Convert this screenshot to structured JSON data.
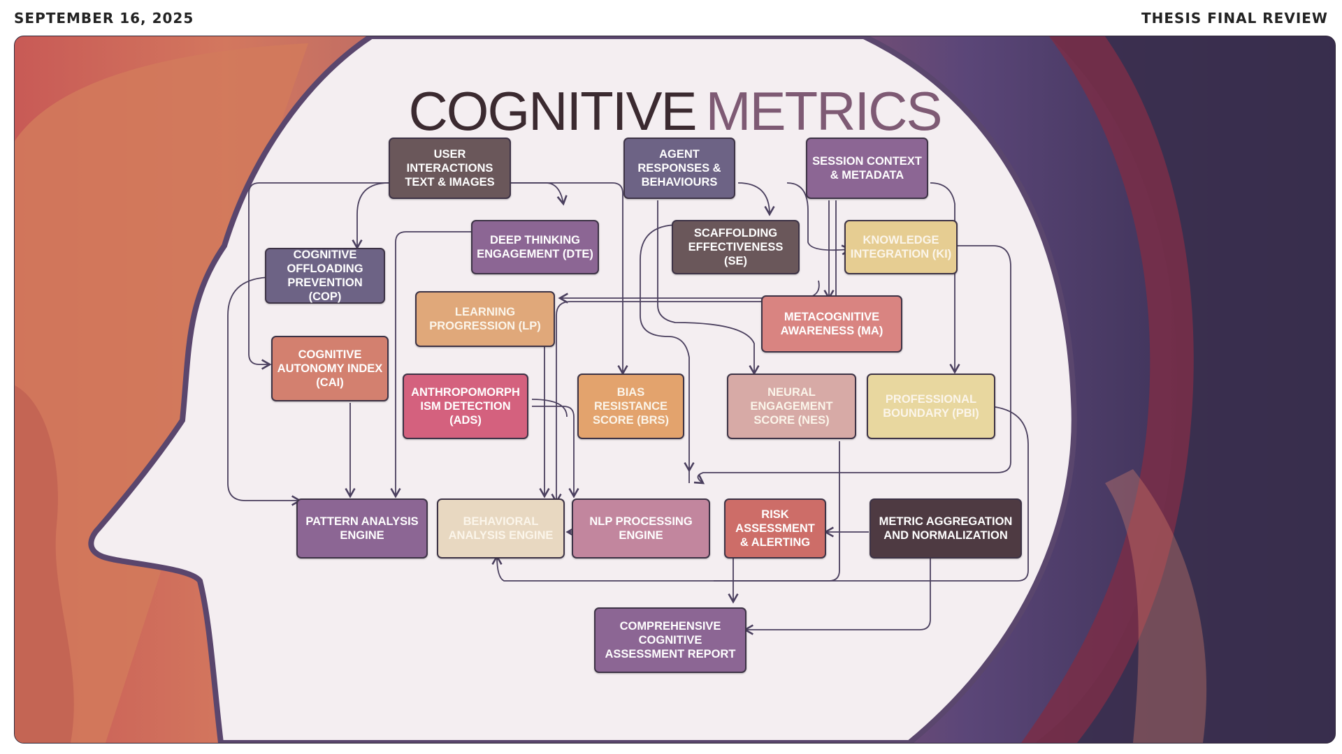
{
  "header": {
    "date": "SEPTEMBER 16, 2025",
    "review": "THESIS FINAL REVIEW"
  },
  "title": {
    "word1": "COGNITIVE",
    "word2": "METRICS"
  },
  "colors": {
    "brown": "#6a575a",
    "slate": "#6d6385",
    "purple": "#8c6694",
    "sand": "#e6cd92",
    "peach": "#e0a87a",
    "salmon": "#d98481",
    "terra": "#d3806f",
    "pink": "#d4617e",
    "orange": "#e3a36d",
    "rose": "#d7aaa6",
    "gold": "#e8d79f",
    "cream": "#e8d8c1",
    "mauve": "#c2869e",
    "red": "#cd6d68",
    "plum": "#4e3a42",
    "line": "#4a3f5e"
  },
  "nodes": {
    "user_interactions": "USER INTERACTIONS TEXT & IMAGES",
    "agent_responses": "AGENT RESPONSES & BEHAVIOURS",
    "session_context": "SESSION CONTEXT & METADATA",
    "dte": "DEEP THINKING ENGAGEMENT (DTE)",
    "se": "SCAFFOLDING EFFECTIVENESS (SE)",
    "ki": "KNOWLEDGE INTEGRATION (KI)",
    "cop": "COGNITIVE OFFLOADING PREVENTION (COP)",
    "lp": "LEARNING PROGRESSION (LP)",
    "ma": "METACOGNITIVE AWARENESS (MA)",
    "cai": "COGNITIVE AUTONOMY INDEX (CAI)",
    "ads": "ANTHROPOMORPH ISM DETECTION (ADS)",
    "brs": "BIAS RESISTANCE SCORE (BRS)",
    "nes": "NEURAL ENGAGEMENT SCORE (NES)",
    "pbi": "PROFESSIONAL BOUNDARY (PBI)",
    "pattern": "PATTERN ANALYSIS ENGINE",
    "behavioral": "BEHAVIORAL ANALYSIS ENGINE",
    "nlp": "NLP PROCESSING ENGINE",
    "risk": "RISK ASSESSMENT & ALERTING",
    "metric_agg": "METRIC AGGREGATION AND NORMALIZATION",
    "report": "COMPREHENSIVE COGNITIVE ASSESSMENT REPORT"
  }
}
